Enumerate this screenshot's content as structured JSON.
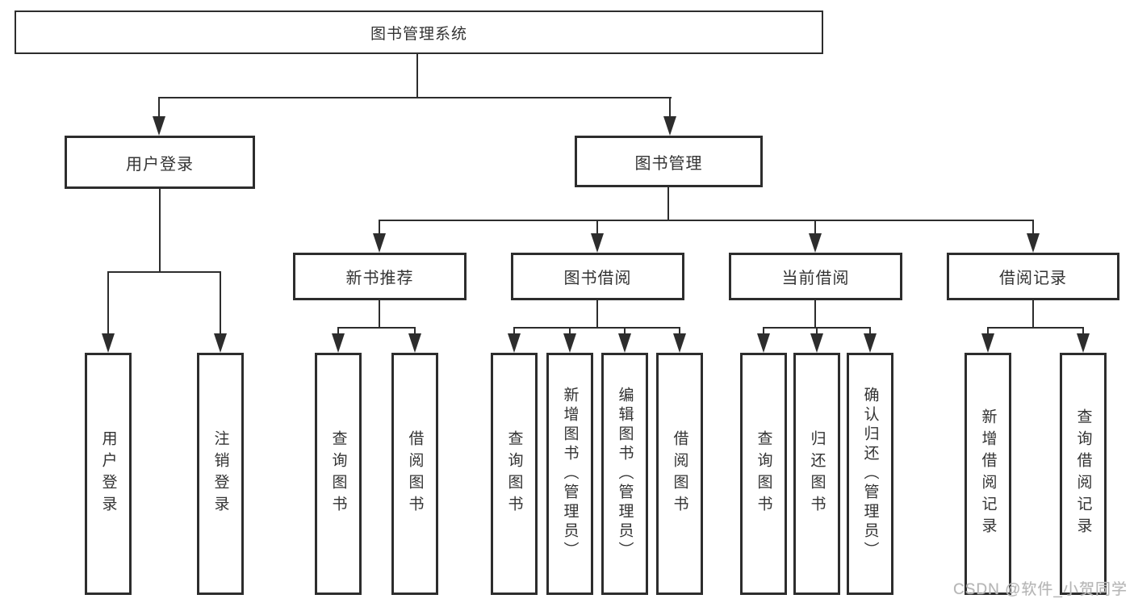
{
  "diagram": {
    "title": "图书管理系统",
    "children": [
      {
        "label": "用户登录",
        "children": [
          {
            "label": "用户登录"
          },
          {
            "label": "注销登录"
          }
        ]
      },
      {
        "label": "图书管理",
        "children": [
          {
            "label": "新书推荐",
            "children": [
              {
                "label": "查询图书"
              },
              {
                "label": "借阅图书"
              }
            ]
          },
          {
            "label": "图书借阅",
            "children": [
              {
                "label": "查询图书"
              },
              {
                "label": "新增图书（管理员）"
              },
              {
                "label": "编辑图书（管理员）"
              },
              {
                "label": "借阅图书"
              }
            ]
          },
          {
            "label": "当前借阅",
            "children": [
              {
                "label": "查询图书"
              },
              {
                "label": "归还图书"
              },
              {
                "label": "确认归还（管理员）"
              }
            ]
          },
          {
            "label": "借阅记录",
            "children": [
              {
                "label": "新增借阅记录"
              },
              {
                "label": "查询借阅记录"
              }
            ]
          }
        ]
      }
    ]
  },
  "watermark": {
    "text": "CSDN @软件_小贺同学"
  },
  "colors": {
    "line": "#2d2d2d",
    "text": "#333333",
    "watermark": "#b5b5b5",
    "background": "#ffffff"
  }
}
